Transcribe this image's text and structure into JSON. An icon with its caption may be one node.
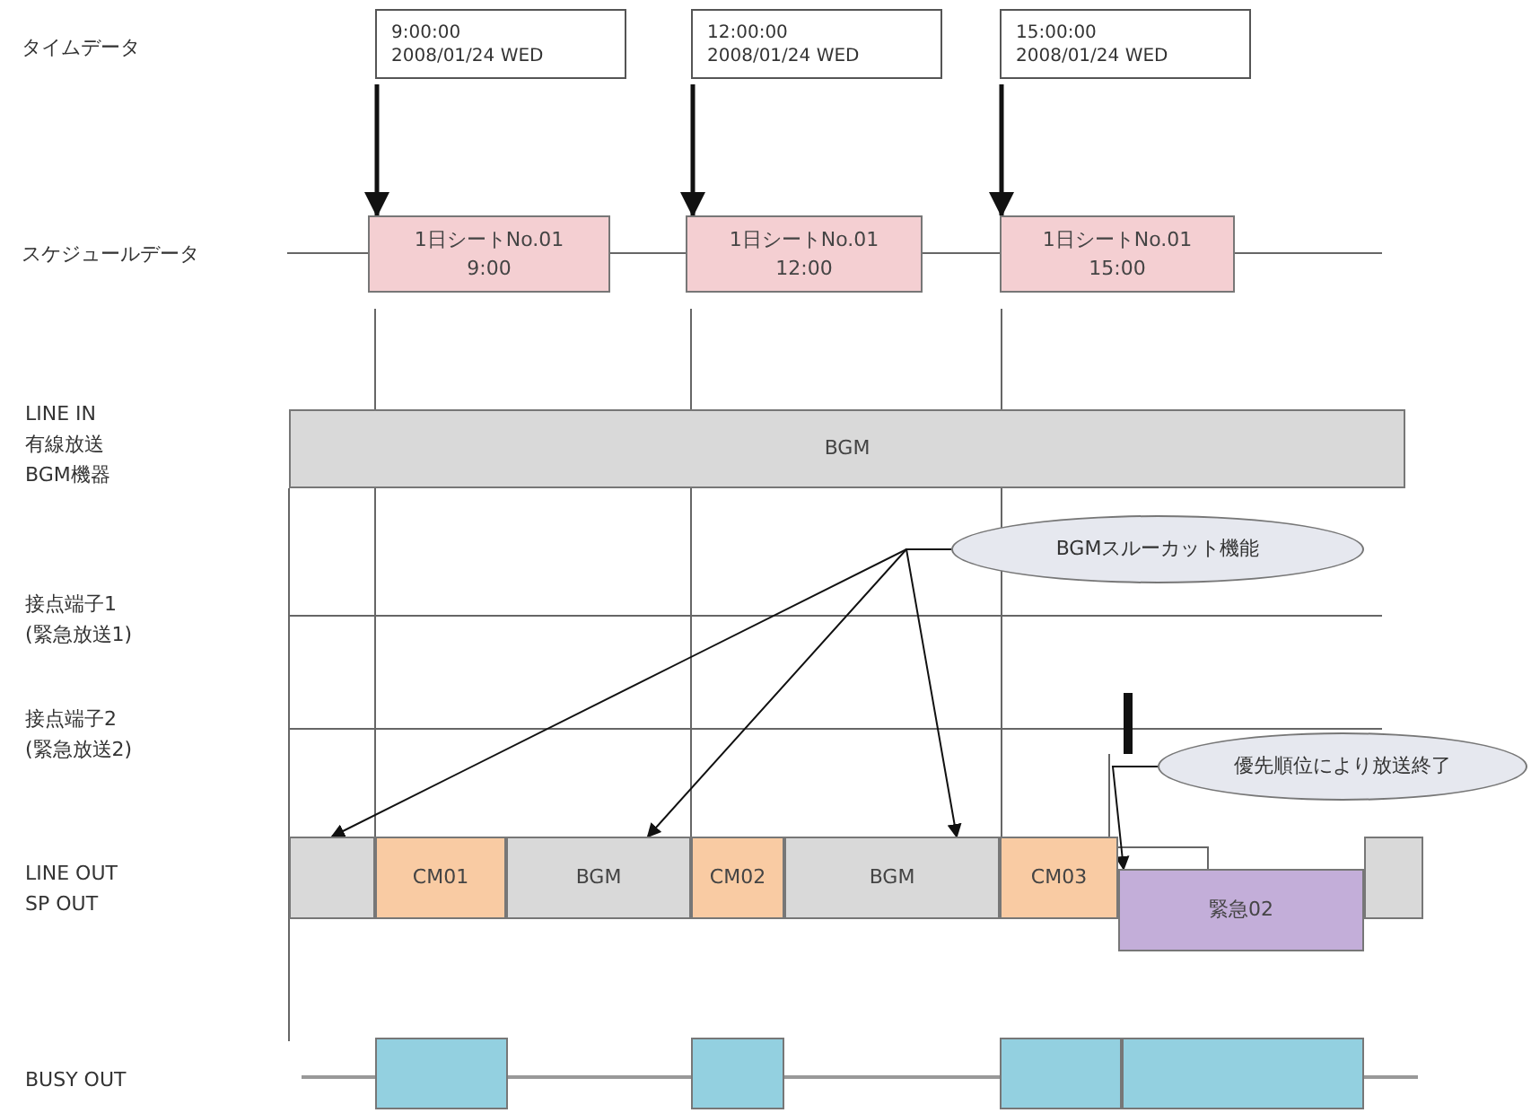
{
  "diagram": {
    "nodes": [
      {
        "text": [
          "9:00:00",
          "2008/01/24 WED"
        ]
      },
      {
        "text": [
          "12:00:00",
          "2008/01/24 WED"
        ]
      },
      {
        "text": [
          "15:00:00",
          "2008/01/24 WED"
        ]
      },
      {
        "text": [
          "1日シートNo.01",
          "9:00"
        ]
      },
      {
        "text": [
          "1日シートNo.01",
          "12:00"
        ]
      },
      {
        "text": [
          "1日シートNo.01",
          "15:00"
        ]
      },
      {
        "text": [
          "BGM"
        ]
      },
      {
        "text": [
          "BGMスルーカット機能"
        ]
      },
      {
        "text": [
          "優先順位により放送終了"
        ]
      },
      {
        "text": [],
        "shape": "box"
      },
      {
        "text": [
          "CM01"
        ]
      },
      {
        "text": [
          "BGM"
        ]
      },
      {
        "text": [
          "CM02"
        ]
      },
      {
        "text": [
          "BGM"
        ]
      },
      {
        "text": [
          "CM03"
        ]
      },
      {
        "text": [
          "緊急02"
        ]
      },
      {
        "text": [],
        "shape": "box"
      },
      {
        "text": [],
        "shape": "box"
      },
      {
        "text": [],
        "shape": "box"
      },
      {
        "text": [],
        "shape": "box"
      },
      {
        "text": [],
        "shape": "box"
      }
    ],
    "edges": [
      {
        "from": 0,
        "to": 3,
        "arrow": "to",
        "style": "thick"
      },
      {
        "from": 1,
        "to": 4,
        "arrow": "to",
        "style": "thick"
      },
      {
        "from": 2,
        "to": 5,
        "arrow": "to",
        "style": "thick"
      },
      {
        "from": 7,
        "to": 9,
        "arrow": "to"
      },
      {
        "from": 7,
        "to": 11,
        "arrow": "to"
      },
      {
        "from": 7,
        "to": 13,
        "arrow": "to"
      },
      {
        "from": 8,
        "to": 15,
        "arrow": "to"
      }
    ],
    "labels": [
      "タイムデータ",
      "スケジュールデータ",
      "LINE IN 有線放送 BGM機器",
      "接点端子1 (緊急放送1)",
      "接点端子2 (緊急放送2)",
      "LINE OUT SP OUT",
      "BUSY OUT"
    ]
  }
}
